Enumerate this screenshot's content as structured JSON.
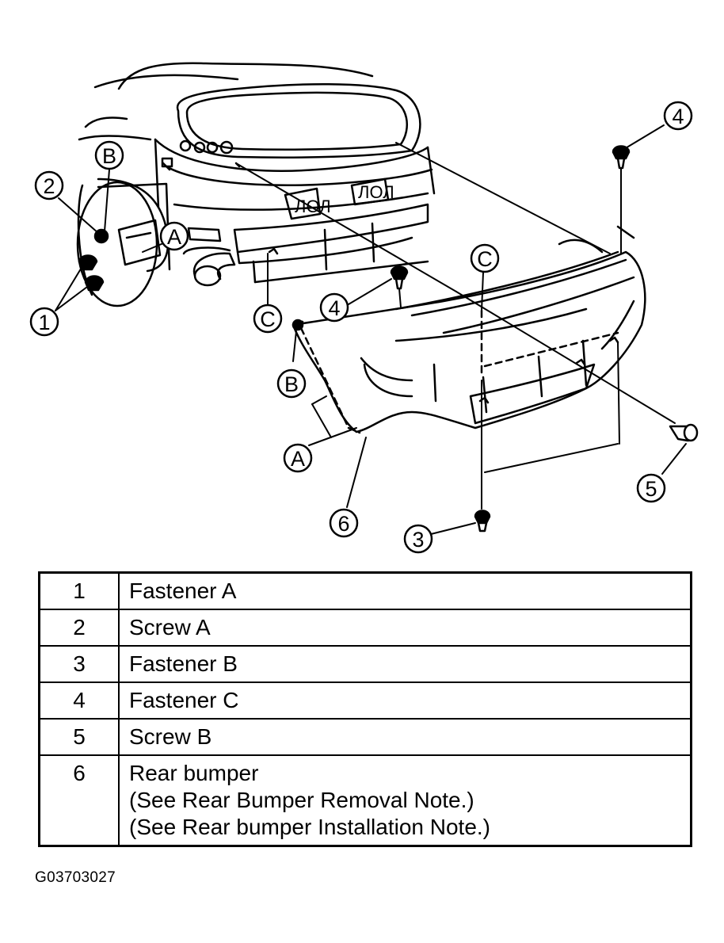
{
  "callouts": {
    "c1": "1",
    "c2": "2",
    "c3": "3",
    "c4_top": "4",
    "c4_mid": "4",
    "c5": "5",
    "c6": "6",
    "b_top": "B",
    "b_bumper": "B",
    "a_body": "A",
    "a_bumper": "A",
    "c_body": "C",
    "c_bumper": "C"
  },
  "parts": [
    {
      "num": "1",
      "lines": [
        "Fastener A"
      ]
    },
    {
      "num": "2",
      "lines": [
        "Screw A"
      ]
    },
    {
      "num": "3",
      "lines": [
        "Fastener B"
      ]
    },
    {
      "num": "4",
      "lines": [
        "Fastener C"
      ]
    },
    {
      "num": "5",
      "lines": [
        "Screw B"
      ]
    },
    {
      "num": "6",
      "lines": [
        "Rear bumper",
        "(See Rear Bumper Removal Note.)",
        "(See Rear bumper Installation Note.)"
      ]
    }
  ],
  "figure_id": "G03703027"
}
